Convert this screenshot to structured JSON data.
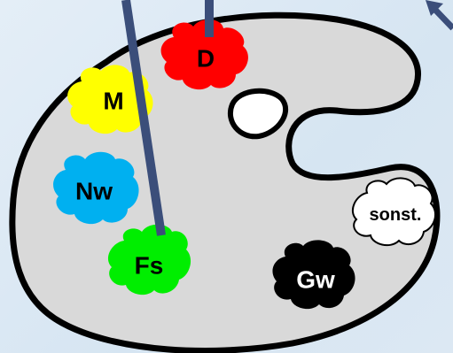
{
  "palette": {
    "colors": [
      {
        "key": "d",
        "label": "D",
        "fill": "#ff0000",
        "text_color": "#000000"
      },
      {
        "key": "m",
        "label": "M",
        "fill": "#ffff00",
        "text_color": "#000000"
      },
      {
        "key": "nw",
        "label": "Nw",
        "fill": "#00b0f0",
        "text_color": "#000000"
      },
      {
        "key": "fs",
        "label": "Fs",
        "fill": "#00ee00",
        "text_color": "#000000"
      },
      {
        "key": "gw",
        "label": "Gw",
        "fill": "#000000",
        "text_color": "#ffffff"
      },
      {
        "key": "sonst",
        "label": "sonst.",
        "fill": "#ffffff",
        "text_color": "#000000"
      }
    ],
    "palette_fill": "#d9d9d9",
    "brush_color": "#3b4e7a"
  }
}
